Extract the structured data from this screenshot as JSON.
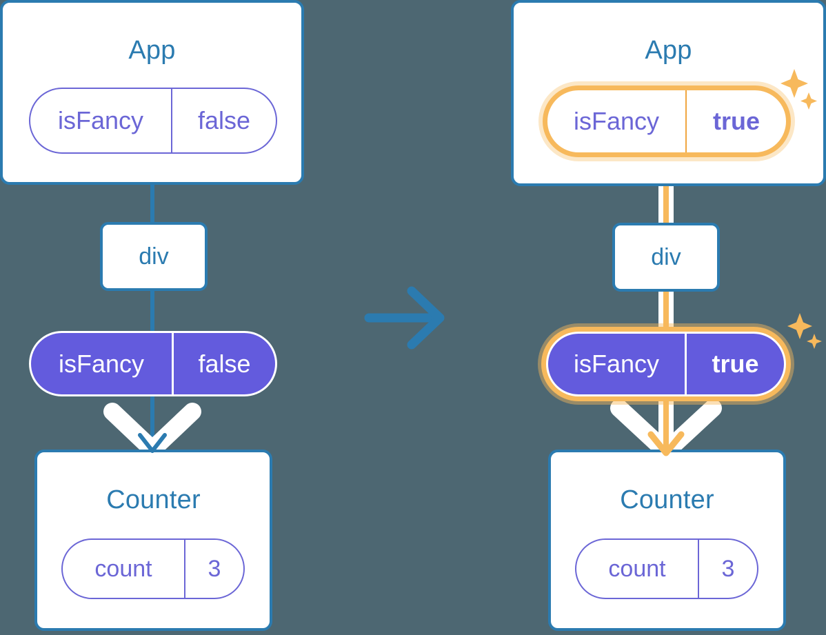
{
  "diagram": {
    "title_icon": "react-state-propagation-diagram",
    "transition_arrow": "arrow-right-icon",
    "colors": {
      "background": "#4d6772",
      "component_border": "#2b7bb0",
      "component_title": "#2b7bb0",
      "pill_purple_outline": "#6b66d6",
      "pill_purple_fill": "#635bdd",
      "highlight_orange": "#f7b95c",
      "highlight_orange_glow": "#fbe0b8",
      "white": "#ffffff"
    }
  },
  "left": {
    "label": "before-state",
    "app": {
      "title": "App",
      "prop": {
        "name": "isFancy",
        "value": "false"
      }
    },
    "div": {
      "tag": "div"
    },
    "prop_pill": {
      "name": "isFancy",
      "value": "false"
    },
    "counter": {
      "title": "Counter",
      "state": {
        "name": "count",
        "value": "3"
      }
    }
  },
  "right": {
    "label": "after-state",
    "app": {
      "title": "App",
      "prop": {
        "name": "isFancy",
        "value": "true"
      }
    },
    "div": {
      "tag": "div"
    },
    "prop_pill": {
      "name": "isFancy",
      "value": "true"
    },
    "counter": {
      "title": "Counter",
      "state": {
        "name": "count",
        "value": "3"
      }
    },
    "sparkle_top": "sparkles-icon",
    "sparkle_mid": "sparkles-icon"
  }
}
